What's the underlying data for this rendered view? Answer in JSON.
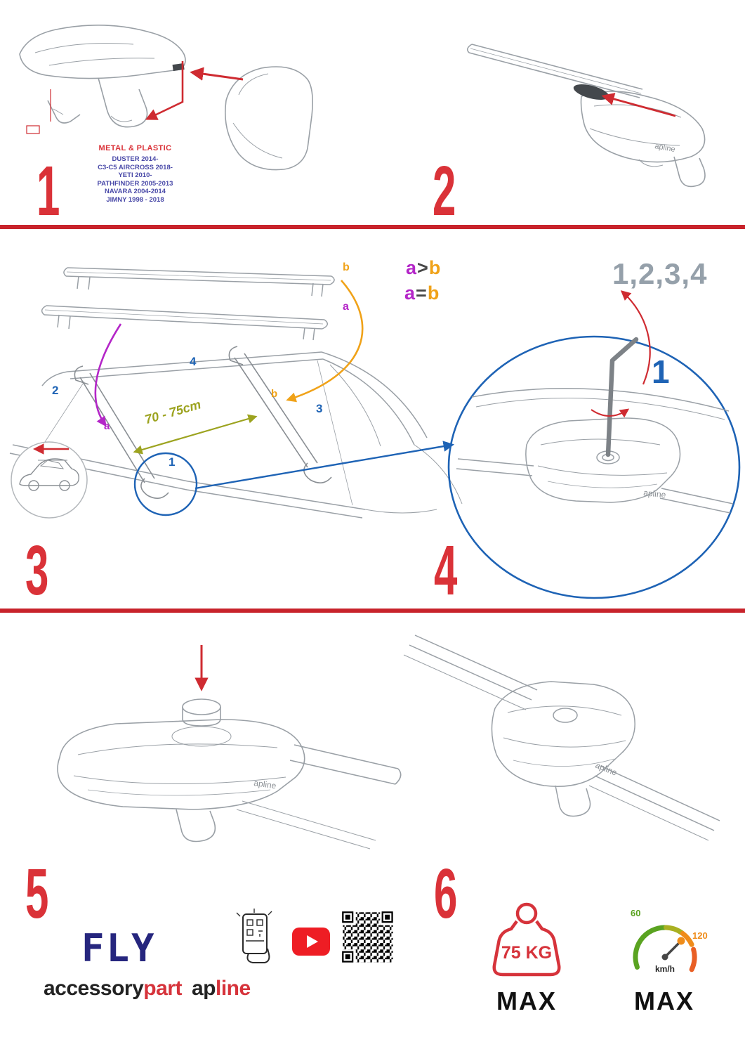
{
  "colors": {
    "accent_red": "#cf2b31",
    "divider_red": "#c8232b",
    "purple": "#b426c8",
    "orange": "#f0a218",
    "olive": "#9ca31f",
    "blue": "#1e63b5",
    "sequence_gray": "#95a0aa",
    "navy": "#26267e"
  },
  "steps": {
    "s1": {
      "number": "1",
      "material_label": "METAL & PLASTIC",
      "models": [
        "DUSTER 2014-",
        "C3-C5 AIRCROSS 2018-",
        "YETI 2010-",
        "PATHFINDER 2005-2013",
        "NAVARA 2004-2014",
        "JIMNY 1998 - 2018"
      ]
    },
    "s2": {
      "number": "2"
    },
    "s3": {
      "number": "3",
      "bar_label_a": "a",
      "bar_label_b": "b",
      "roof_label_a": "a",
      "roof_label_b": "b",
      "pos_1": "1",
      "pos_2": "2",
      "pos_3": "3",
      "pos_4": "4",
      "distance": "70 - 75cm",
      "legend": {
        "a": "a",
        "gt": ">",
        "eq": "=",
        "b": "b"
      }
    },
    "s4": {
      "number": "4",
      "sequence": "1,2,3,4",
      "highlight": "1"
    },
    "s5": {
      "number": "5"
    },
    "s6": {
      "number": "6"
    }
  },
  "drawing_brand": "apline",
  "footer": {
    "fly": "FLY",
    "brand": {
      "accessory": "accessory",
      "part": "part",
      "ap": "ap",
      "line": "line"
    },
    "weight": {
      "value": "75 KG",
      "max": "MAX"
    },
    "speed": {
      "low": "60",
      "high": "120",
      "unit": "km/h",
      "max": "MAX"
    }
  }
}
